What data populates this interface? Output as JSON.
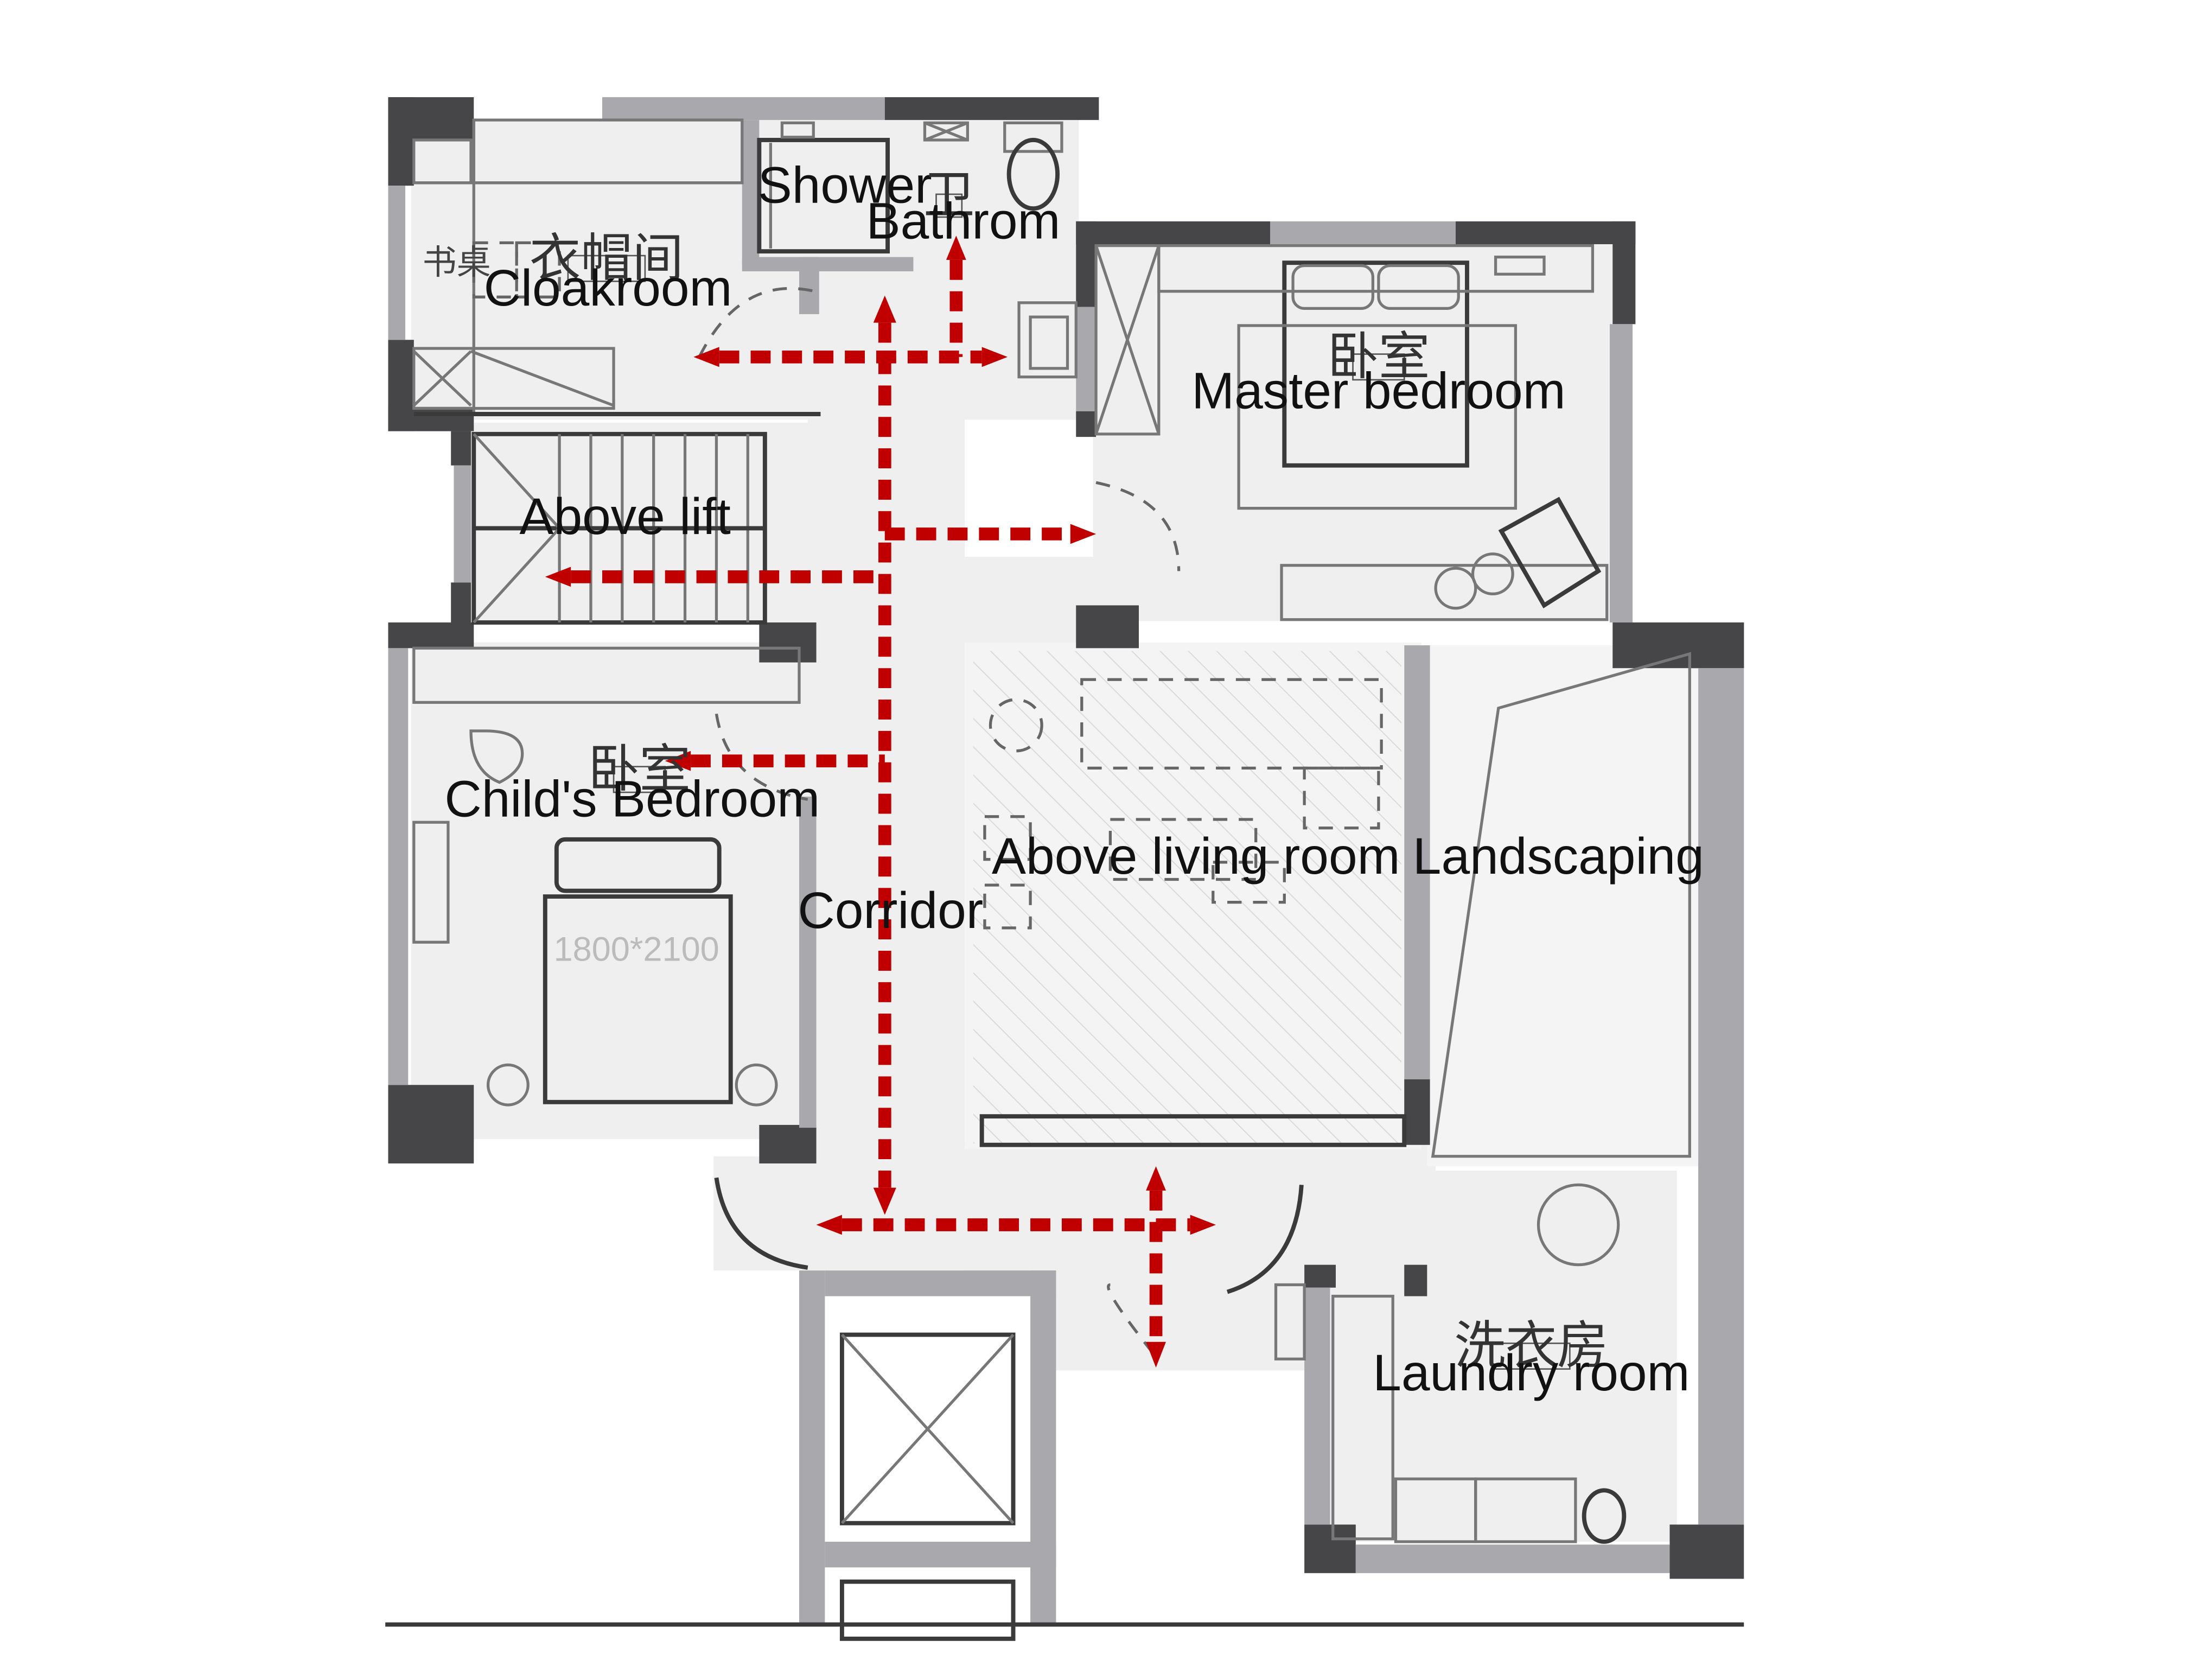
{
  "rooms": {
    "shower": "Shower",
    "bathroom_zh": "卫",
    "bathroom": "Bathrom",
    "cloakroom_zh": "衣帽间",
    "cloakroom": "Cloakroom",
    "desk_zh": "书桌",
    "master_zh": "卧室",
    "master": "Master bedroom",
    "above_lift": "Above lift",
    "child_zh": "卧室",
    "child": "Child's Bedroom",
    "bed_size": "1800*2100",
    "corridor": "Corridor",
    "above_living": "Above living room",
    "landscaping": "Landscaping",
    "laundry_zh": "洗衣房",
    "laundry": "Laundry room"
  },
  "colors": {
    "circulation_arrows": "#c00000",
    "walls": "#464649",
    "floor": "#efefef"
  }
}
